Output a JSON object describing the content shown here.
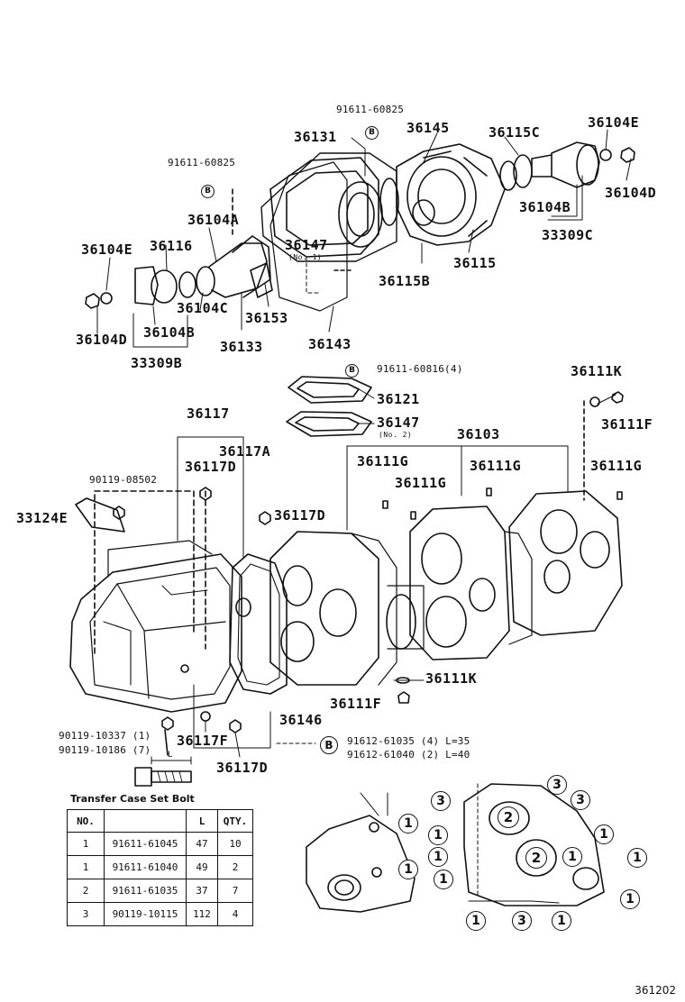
{
  "diagram": {
    "code": "361202",
    "legend_marker": "B",
    "legend_lines": [
      "91612-61035 (4) L=35",
      "91612-61040 (2) L=40"
    ],
    "part_labels": {
      "p91611_60825_top": "91611-60825",
      "p36131": "36131",
      "p36145": "36145",
      "p36115C": "36115C",
      "p36104E_r": "36104E",
      "p91611_60825_left": "91611-60825",
      "p36104D_r": "36104D",
      "p36104A": "36104A",
      "p36104B_r": "36104B",
      "p33309C": "33309C",
      "p36147_no1": "36147",
      "p36147_no1_sub": "(No. 1)",
      "p36104E_l": "36104E",
      "p36116": "36116",
      "p36115": "36115",
      "p36115B": "36115B",
      "p36104C": "36104C",
      "p36153": "36153",
      "p36104D_l": "36104D",
      "p36104B_l": "36104B",
      "p36133": "36133",
      "p36143": "36143",
      "p33309B": "33309B",
      "p91611_60816": "91611-60816(4)",
      "p36111K_top": "36111K",
      "p36121": "36121",
      "p36147_no2": "36147",
      "p36147_no2_sub": "(No. 2)",
      "p36111F_top": "36111F",
      "p36117": "36117",
      "p36103": "36103",
      "p36117A": "36117A",
      "p90119_08502": "90119-08502",
      "p36117D_top": "36117D",
      "p36111G_a": "36111G",
      "p36111G_b": "36111G",
      "p36111G_c": "36111G",
      "p36111G_d": "36111G",
      "p33124E": "33124E",
      "p36117D_mid": "36117D",
      "p36111K_low": "36111K",
      "p36111F_low": "36111F",
      "p36146": "36146",
      "p90119_10337": "90119-10337 (1)",
      "p90119_10186": "90119-10186 (7)",
      "p36117F": "36117F",
      "p36117D_low": "36117D",
      "bolt_L": "L"
    },
    "bolt_table": {
      "title": "Transfer Case Set Bolt",
      "headers": [
        "NO.",
        "",
        "L",
        "QTY."
      ],
      "rows": [
        [
          "1",
          "91611-61045",
          "47",
          "10"
        ],
        [
          "1",
          "91611-61040",
          "49",
          "2"
        ],
        [
          "2",
          "91611-61035",
          "37",
          "7"
        ],
        [
          "3",
          "90119-10115",
          "112",
          "4"
        ]
      ]
    },
    "bolt_position_marks": [
      "3",
      "3",
      "3",
      "2",
      "2",
      "1",
      "1",
      "1",
      "1",
      "1",
      "1",
      "1",
      "1",
      "1",
      "1",
      "3",
      "1",
      "1"
    ]
  }
}
